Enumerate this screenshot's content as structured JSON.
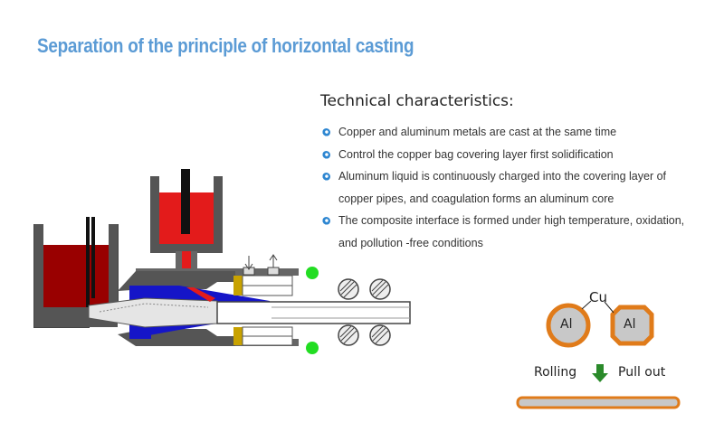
{
  "title": "Separation of the principle of horizontal casting",
  "technical": {
    "heading": "Technical characteristics:",
    "items": [
      "Copper and aluminum metals are cast at the same time",
      "Control the copper bag covering layer first solidification",
      "Aluminum liquid is continuously charged into the covering layer of copper pipes, and coagulation forms an aluminum core",
      "The composite interface is formed under high temperature, oxidation, and pollution -free conditions"
    ]
  },
  "composite": {
    "cu_label": "Cu",
    "core_label_round": "Al",
    "core_label_square": "Al",
    "rolling_label": "Rolling",
    "pull_out_label": "Pull out"
  },
  "colors": {
    "title": "#5b9bd5",
    "aluminum_melt": "#990000",
    "copper_melt": "#e31b1b",
    "mold": "#1515c8",
    "cu_sheath": "#e07b1a",
    "al_core": "#c8c8c8",
    "arrow": "#2a8a2a",
    "cooling_dots": "#22dd22",
    "bullet": "#2d86d1"
  },
  "icons": [
    "bullet-icon",
    "down-arrow-icon"
  ]
}
